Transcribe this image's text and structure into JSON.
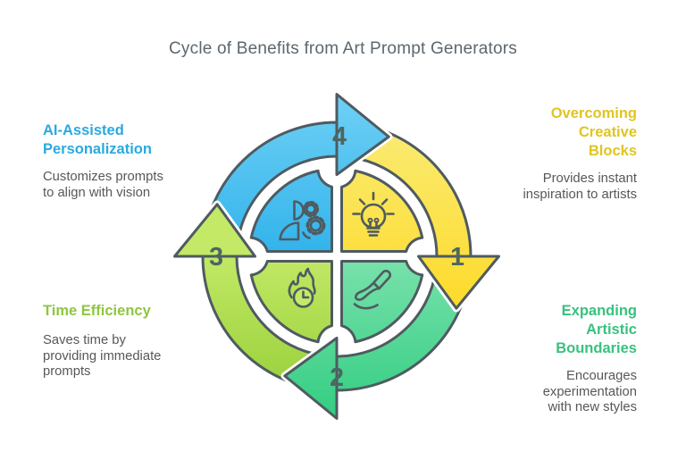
{
  "title": "Cycle of Benefits from Art Prompt Generators",
  "benefits": [
    {
      "id": "ai-assisted-personalization",
      "heading": "AI-Assisted\nPersonalization",
      "description": "Customizes prompts\nto align with vision",
      "heading_color": "#2AA9E0",
      "position": "top-left"
    },
    {
      "id": "overcoming-creative-blocks",
      "heading": "Overcoming\nCreative\nBlocks",
      "description": "Provides instant\ninspiration to artists",
      "heading_color": "#DFC522",
      "position": "top-right"
    },
    {
      "id": "time-efficiency",
      "heading": "Time Efficiency",
      "description": "Saves time by\nproviding immediate\nprompts",
      "heading_color": "#8DC63F",
      "position": "bottom-left"
    },
    {
      "id": "expanding-artistic-boundaries",
      "heading": "Expanding\nArtistic\nBoundaries",
      "description": "Encourages\nexperimentation\nwith new styles",
      "heading_color": "#38C27E",
      "position": "bottom-right"
    }
  ],
  "diagram": {
    "flow": "clockwise",
    "steps": [
      {
        "number": "1",
        "position": "right",
        "color": "yellow",
        "icon": "lightbulb-icon",
        "quadrant": "top-right"
      },
      {
        "number": "2",
        "position": "bottom",
        "color": "green",
        "icon": "paintbrush-icon",
        "quadrant": "bottom-right"
      },
      {
        "number": "3",
        "position": "left",
        "color": "lime",
        "icon": "flame-clock-icon",
        "quadrant": "bottom-left"
      },
      {
        "number": "4",
        "position": "top",
        "color": "blue",
        "icon": "person-gear-icon",
        "quadrant": "top-left"
      }
    ],
    "colors": {
      "blue": {
        "light": "#6FD0F5",
        "dark": "#2FB2EB"
      },
      "yellow": {
        "light": "#F9ED7D",
        "dark": "#FFD30A"
      },
      "green": {
        "light": "#7CE2AD",
        "dark": "#2FCC80"
      },
      "lime": {
        "light": "#C3E967",
        "dark": "#8FCA30"
      },
      "outline": "#4E5B60",
      "number": "#4D6660"
    }
  },
  "text_colors": {
    "title": "#5C676D",
    "body": "#55585B"
  }
}
